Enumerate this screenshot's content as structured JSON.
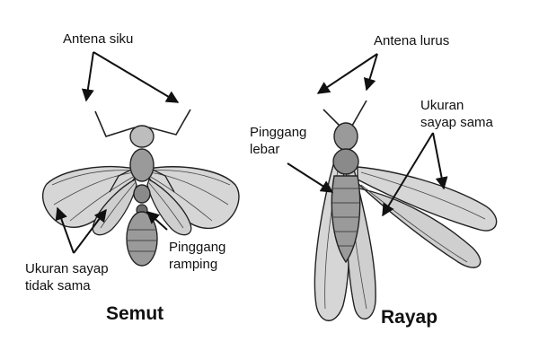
{
  "ant": {
    "title": "Semut",
    "labels": {
      "antenna": "Antena siku",
      "waist": "Pinggang\nramping",
      "wings": "Ukuran sayap\ntidak sama"
    }
  },
  "termite": {
    "title": "Rayap",
    "labels": {
      "antenna": "Antena lurus",
      "waist": "Pinggang\nlebar",
      "wings": "Ukuran\nsayap sama"
    }
  },
  "colors": {
    "ink": "#111111",
    "wing_fill": "#d6d6d6",
    "body_fill": "#9a9a9a",
    "body_dark": "#6e6e6e"
  }
}
